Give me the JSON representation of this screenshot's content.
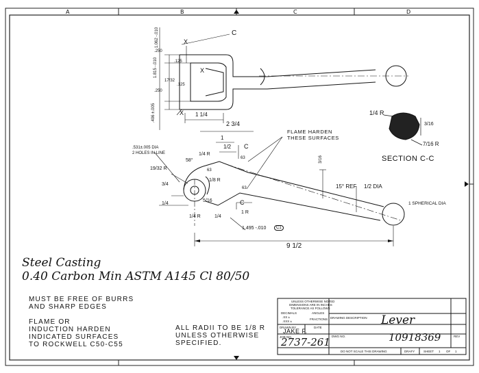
{
  "zones": {
    "top": [
      "A",
      "B",
      "C",
      "D"
    ]
  },
  "views": {
    "section_label": "SECTION C-C",
    "section_radius_top": "1/4 R",
    "section_radius_bottom": "7/16 R",
    "section_dim_side": "3/16",
    "flame_note_line1": "FLAME HARDEN",
    "flame_note_line2": "THESE SURFACES",
    "holes_note_line1": ".531±.005 DIA",
    "holes_note_line2": "2 HOLES IN LINE",
    "spherical_dia": "1 SPHERICAL DIA",
    "ref_angle": "15° REF",
    "half_dia": "1/2 DIA",
    "dim_overall": "9 1/2",
    "dim_2_3_4": "2 3/4",
    "dim_1": "1",
    "dim_1_2": "1/2",
    "dim_1_1_4": "1 1/4",
    "dim_1495": "1.495 -.010",
    "dim_1815": "1.815 -.010",
    "dim_406": ".406 ±.005",
    "dim_1062": "1.062 -.010",
    "dim_250_top": ".250",
    "dim_250_bottom": ".250",
    "dim_125a": ".125",
    "dim_125b": ".125",
    "dim_17_32": "17/32",
    "dim_58": "58°",
    "dim_63a": "63",
    "dim_63b": "63",
    "dim_63c": "63",
    "dim_19_32R": "19/32 R",
    "dim_3_4": "3/4",
    "dim_1_4": "1/4",
    "dim_1_4R": "1/4 R",
    "dim_1_4R_b": "1/4 R",
    "dim_1_4_b": "1/4",
    "dim_1_8R": "1/8 R",
    "dim_1R": "1 R",
    "dim_5_16": "5/16",
    "dim_c1": "C1",
    "cut_c": "C",
    "mark_x": "X"
  },
  "handwritten": {
    "line1": "Steel Casting",
    "line2": "0.40 Carbon Min ASTM A145 Cl 80/50"
  },
  "notes": {
    "burrs_line1": "MUST BE FREE OF BURRS",
    "burrs_line2": "AND SHARP EDGES",
    "harden_line1": "FLAME OR",
    "harden_line2": "INDUCTION HARDEN",
    "harden_line3": "INDICATED SURFACES",
    "harden_line4": "TO ROCKWELL C50-C55",
    "radii_line1": "ALL RADII TO BE 1/8 R",
    "radii_line2": "UNLESS OTHERWISE",
    "radii_line3": "SPECIFIED."
  },
  "title_block": {
    "tolerance_header1": "UNLESS OTHERWISE NOTED",
    "tolerance_header2": "DIMENSIONS ARE IN INCHES",
    "tolerance_header3": "TOLERANCE AS FOLLOWS",
    "decimals_label": "DECIMALS",
    "angles_label": "ANGLES",
    "xx_label": ".XX ±",
    "xxx_label": ".XXX ±",
    "fractions_label": "FRACTIONS",
    "drawn_by_label": "DRAWN BY",
    "date_label": "DATE",
    "drawn_by_value": "JAKE F.",
    "job_no_label": "JOB NO.",
    "job_no_value": "2737-261",
    "description_label": "DRAWING DESCRIPTION",
    "description_value": "Lever",
    "dwg_no_label": "DWG NO.",
    "dwg_no_value": "10918369",
    "rev_label": "REV",
    "do_not_scale": "DO NOT SCALE THIS DRAWING",
    "drafy_label": "DRAFY",
    "sheet_label": "SHEET",
    "sheet_value": "1",
    "of_label": "OF",
    "of_value": "1"
  }
}
